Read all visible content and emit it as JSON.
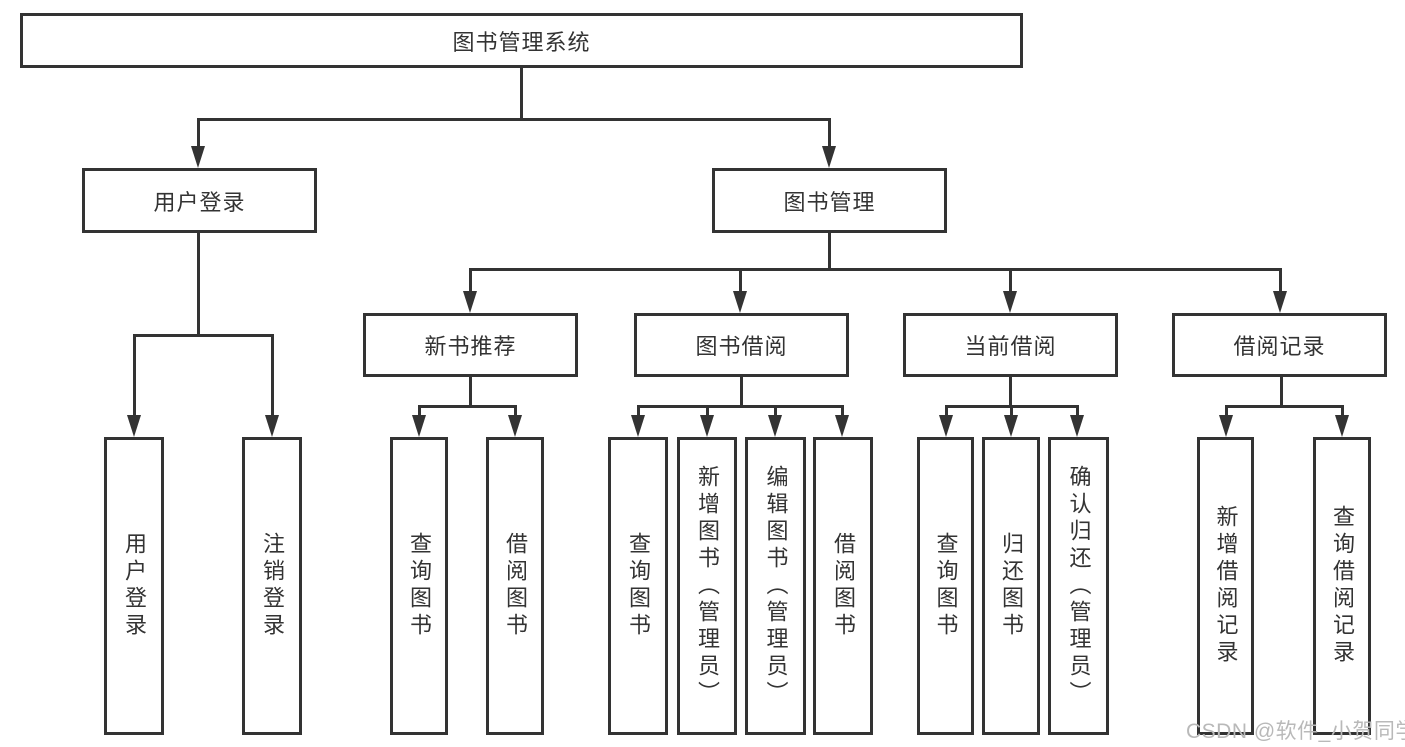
{
  "diagram_title": "图书管理系统",
  "tree": {
    "root": "图书管理系统",
    "children": [
      {
        "label": "用户登录",
        "children": [
          "用户登录",
          "注销登录"
        ]
      },
      {
        "label": "图书管理",
        "children": [
          {
            "label": "新书推荐",
            "children": [
              "查询图书",
              "借阅图书"
            ]
          },
          {
            "label": "图书借阅",
            "children": [
              "查询图书",
              "新增图书（管理员）",
              "编辑图书（管理员）",
              "借阅图书"
            ]
          },
          {
            "label": "当前借阅",
            "children": [
              "查询图书",
              "归还图书",
              "确认归还（管理员）"
            ]
          },
          {
            "label": "借阅记录",
            "children": [
              "新增借阅记录",
              "查询借阅记录"
            ]
          }
        ]
      }
    ]
  },
  "watermark": "CSDN @软件_小贺同学",
  "colors": {
    "line": "#333333",
    "box_background": "#ffffff",
    "text": "#333333",
    "watermark": "#b9b9b9",
    "page_background": "#ffffff"
  }
}
